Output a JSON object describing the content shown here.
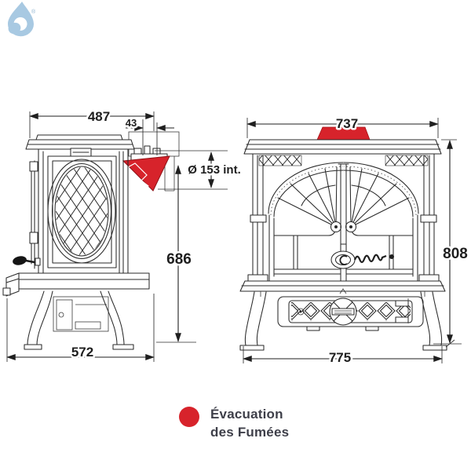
{
  "page": {
    "background": "#ffffff"
  },
  "diagram": {
    "highlight_color": "#d7232b",
    "line_color": "#2a2a2a",
    "side_view": {
      "top_width": "487",
      "flue_offset": "43",
      "flue_inner_diameter": "Ø 153 int.",
      "body_height": "686",
      "base_width": "572"
    },
    "front_view": {
      "top_width": "737",
      "total_height": "808",
      "base_width": "775"
    }
  },
  "legend": {
    "marker_color": "#d7232b",
    "line1": "Évacuation",
    "line2": "des Fumées"
  },
  "logo": {
    "registered_symbol": "®",
    "color": "#a8c9e2"
  }
}
